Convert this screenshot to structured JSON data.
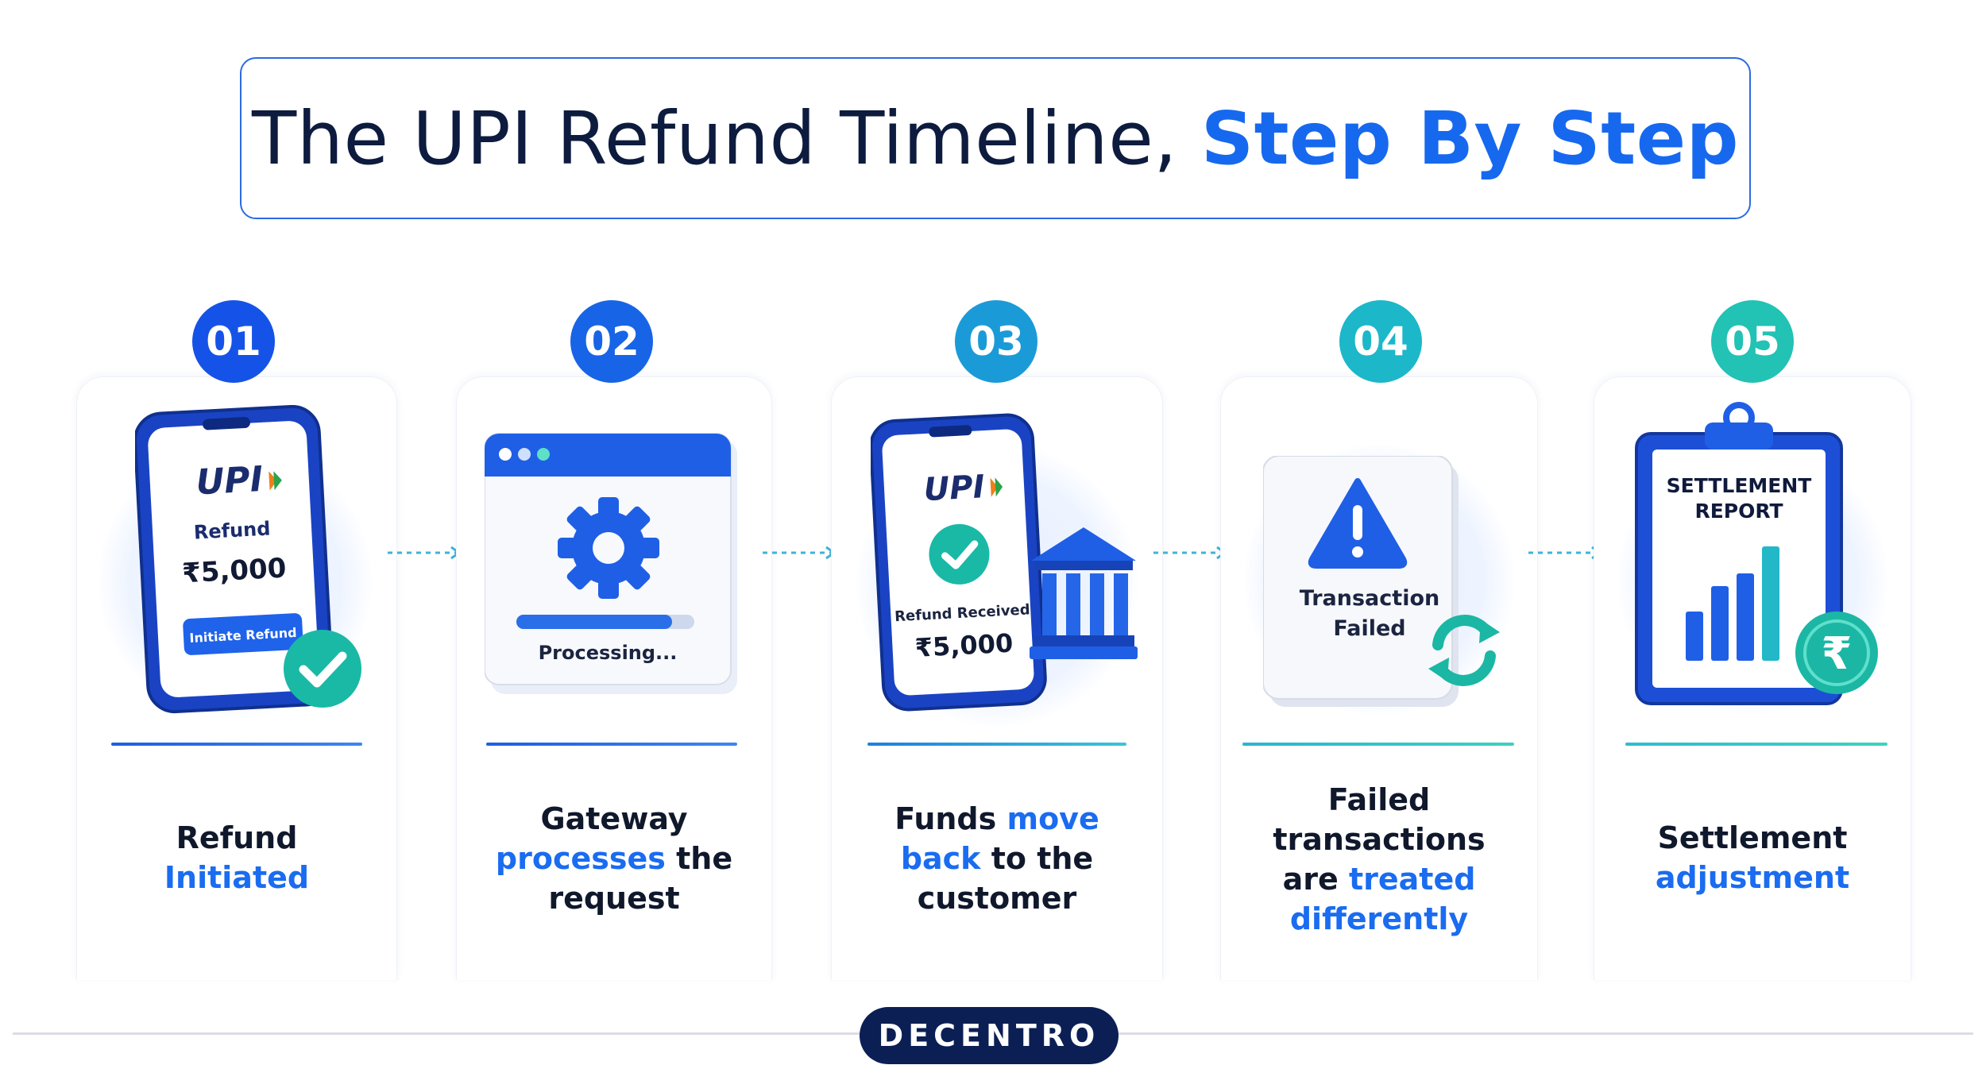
{
  "title": {
    "plain": "The UPI Refund Timeline, ",
    "highlight": "Step By Step"
  },
  "steps": [
    {
      "number": "01",
      "caption": [
        "Refund",
        "Initiated"
      ],
      "illustration": {
        "brand": "UPI",
        "label": "Refund",
        "amount": "₹5,000",
        "button": "Initiate Refund"
      }
    },
    {
      "number": "02",
      "caption": [
        "Gateway",
        "processes",
        "the",
        "request"
      ],
      "illustration": {
        "status": "Processing..."
      }
    },
    {
      "number": "03",
      "caption": [
        "Funds",
        "move",
        "back",
        "to the",
        "customer"
      ],
      "illustration": {
        "brand": "UPI",
        "label": "Refund Received",
        "amount": "₹5,000"
      }
    },
    {
      "number": "04",
      "caption": [
        "Failed",
        "transactions",
        "are",
        "treated",
        "differently"
      ],
      "illustration": {
        "line1": "Transaction",
        "line2": "Failed"
      }
    },
    {
      "number": "05",
      "caption": [
        "Settlement",
        "adjustment"
      ],
      "illustration": {
        "line1": "SETTLEMENT",
        "line2": "REPORT",
        "currency": "₹"
      }
    }
  ],
  "footer": {
    "logo": "DECENTRO"
  },
  "colors": {
    "primary_blue": "#1669ee",
    "navy": "#0b1f55",
    "badges": [
      "#1553e8",
      "#1765e6",
      "#1a9bd8",
      "#1cb7c9",
      "#22c2b4"
    ],
    "teal_check": "#19b9a6"
  },
  "icons": [
    "check-icon",
    "gear-icon",
    "bank-icon",
    "warning-icon",
    "refresh-icon",
    "rupee-icon",
    "bar-chart-icon"
  ]
}
